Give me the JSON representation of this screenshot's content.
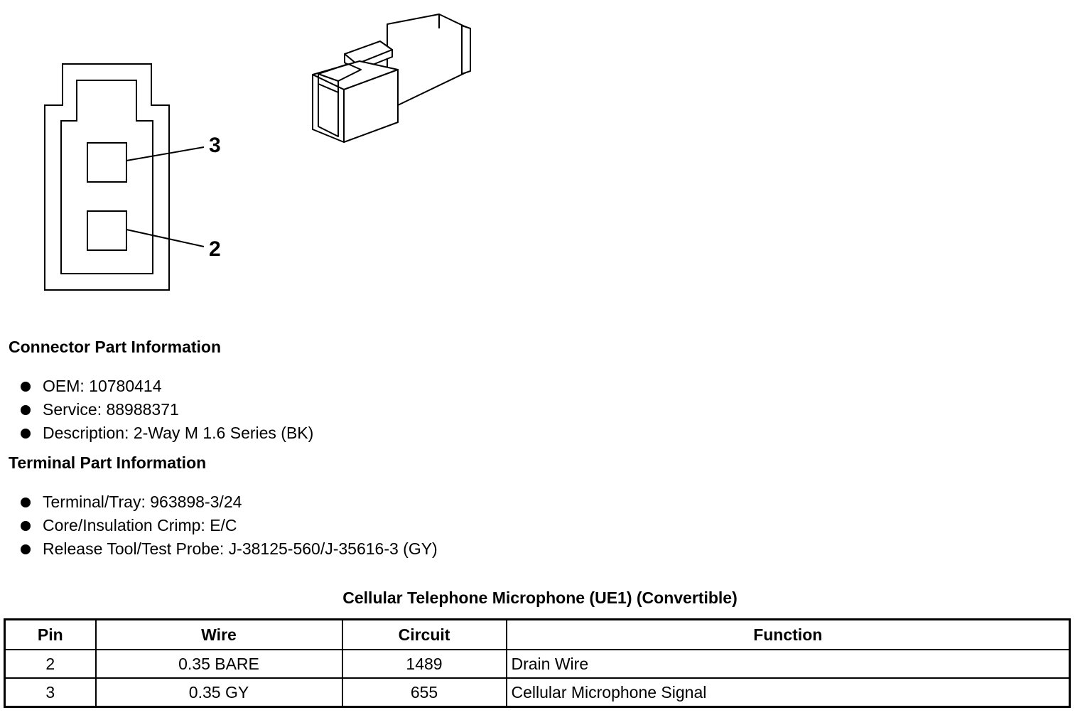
{
  "diagram": {
    "pin_labels": [
      "3",
      "2"
    ]
  },
  "connector": {
    "heading": "Connector Part Information",
    "items": [
      "OEM: 10780414",
      "Service: 88988371",
      "Description: 2-Way M 1.6 Series (BK)"
    ]
  },
  "terminal": {
    "heading": "Terminal Part Information",
    "items": [
      "Terminal/Tray: 963898-3/24",
      "Core/Insulation Crimp: E/C",
      "Release Tool/Test Probe: J-38125-560/J-35616-3 (GY)"
    ]
  },
  "table": {
    "title": "Cellular Telephone Microphone (UE1) (Convertible)",
    "headers": [
      "Pin",
      "Wire",
      "Circuit",
      "Function"
    ],
    "rows": [
      [
        "2",
        "0.35 BARE",
        "1489",
        "Drain Wire"
      ],
      [
        "3",
        "0.35 GY",
        "655",
        "Cellular Microphone Signal"
      ]
    ]
  }
}
